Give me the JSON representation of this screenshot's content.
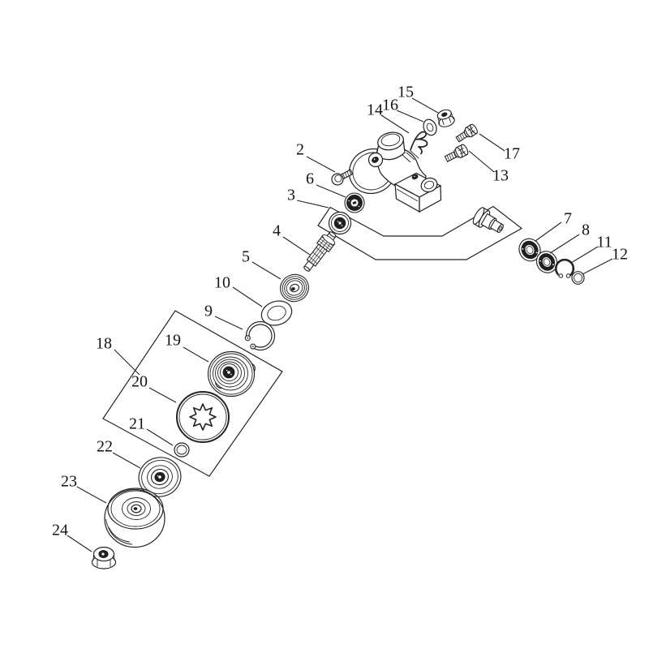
{
  "diagram": {
    "type": "exploded-parts-diagram",
    "background": "#ffffff",
    "line_color": "#232323",
    "dark_fill": "#1f1f1f",
    "label_color": "#141414"
  },
  "labels": {
    "p2": "2",
    "p3": "3",
    "p4": "4",
    "p5": "5",
    "p6": "6",
    "p7": "7",
    "p8": "8",
    "p9": "9",
    "p10": "10",
    "p11": "11",
    "p12": "12",
    "p13": "13",
    "p14": "14",
    "p15": "15",
    "p16": "16",
    "p17": "17",
    "p18": "18",
    "p19": "19",
    "p20": "20",
    "p21": "21",
    "p22": "22",
    "p23": "23",
    "p24": "24"
  }
}
